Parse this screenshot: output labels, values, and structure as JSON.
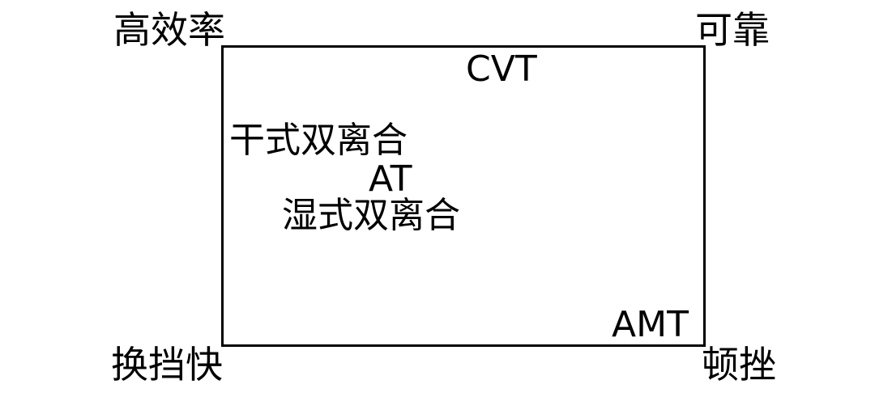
{
  "corners": {
    "top_left": "高效率",
    "top_right": "可靠",
    "bottom_left": "换挡快",
    "bottom_right": "顿挫"
  },
  "transmissions": {
    "cvt": "CVT",
    "dry_dct": "干式双离合",
    "at": "AT",
    "wet_dct": "湿式双离合",
    "amt": "AMT"
  }
}
